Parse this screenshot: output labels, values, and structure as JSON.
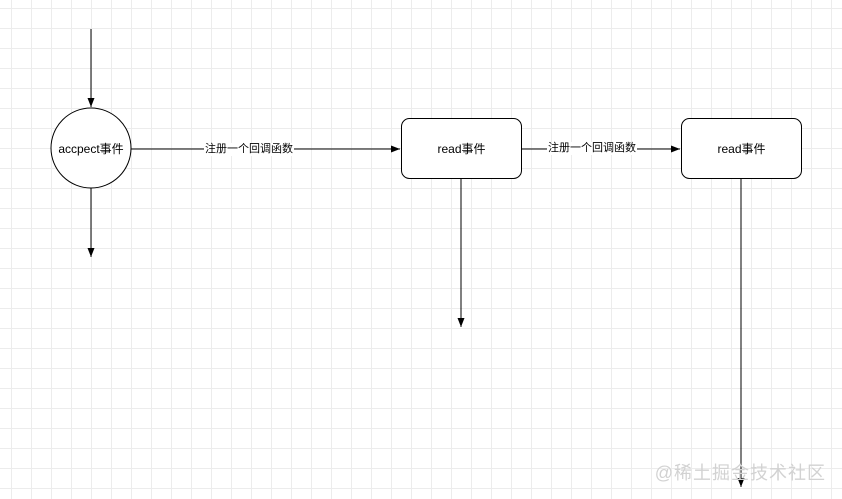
{
  "nodes": {
    "accept": {
      "label": "accpect事件"
    },
    "read1": {
      "label": "read事件"
    },
    "read2": {
      "label": "read事件"
    }
  },
  "edges": {
    "accept_to_read1": {
      "label": "注册一个回调函数"
    },
    "read1_to_read2": {
      "label": "注册一个回调函数"
    }
  },
  "watermark": {
    "text": "@稀土掘金技术社区"
  },
  "colors": {
    "stroke": "#000000",
    "grid": "#ececec",
    "watermark": "#d2d2d2"
  }
}
